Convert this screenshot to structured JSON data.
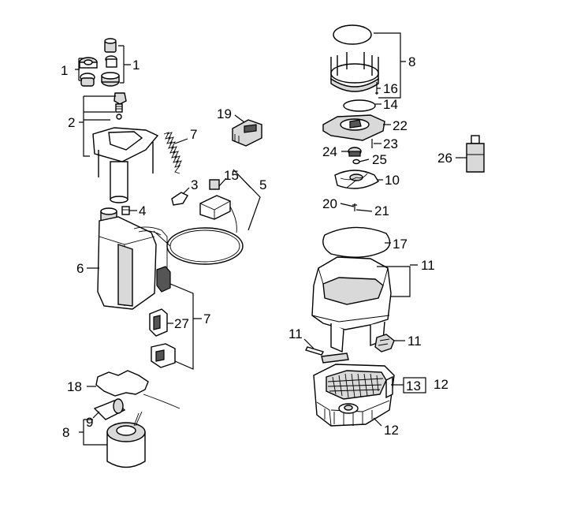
{
  "callouts": [
    {
      "id": "c1a",
      "text": "1"
    },
    {
      "id": "c1b",
      "text": "1"
    },
    {
      "id": "c2",
      "text": "2"
    },
    {
      "id": "c19",
      "text": "19"
    },
    {
      "id": "c7a",
      "text": "7"
    },
    {
      "id": "c3",
      "text": "3"
    },
    {
      "id": "c15",
      "text": "15"
    },
    {
      "id": "c5",
      "text": "5"
    },
    {
      "id": "c4",
      "text": "4"
    },
    {
      "id": "c6",
      "text": "6"
    },
    {
      "id": "c7b",
      "text": "7"
    },
    {
      "id": "c27",
      "text": "27"
    },
    {
      "id": "c18",
      "text": "18"
    },
    {
      "id": "c9",
      "text": "9"
    },
    {
      "id": "c8a",
      "text": "8"
    },
    {
      "id": "c8b",
      "text": "8"
    },
    {
      "id": "c16",
      "text": "16"
    },
    {
      "id": "c14",
      "text": "14"
    },
    {
      "id": "c22",
      "text": "22"
    },
    {
      "id": "c23",
      "text": "23"
    },
    {
      "id": "c24",
      "text": "24"
    },
    {
      "id": "c25",
      "text": "25"
    },
    {
      "id": "c26",
      "text": "26"
    },
    {
      "id": "c10",
      "text": "10"
    },
    {
      "id": "c20",
      "text": "20"
    },
    {
      "id": "c21",
      "text": "21"
    },
    {
      "id": "c17",
      "text": "17"
    },
    {
      "id": "c11a",
      "text": "11"
    },
    {
      "id": "c11b",
      "text": "11"
    },
    {
      "id": "c11c",
      "text": "11"
    },
    {
      "id": "c13",
      "text": "13"
    },
    {
      "id": "c12a",
      "text": "12"
    },
    {
      "id": "c12b",
      "text": "12"
    }
  ]
}
